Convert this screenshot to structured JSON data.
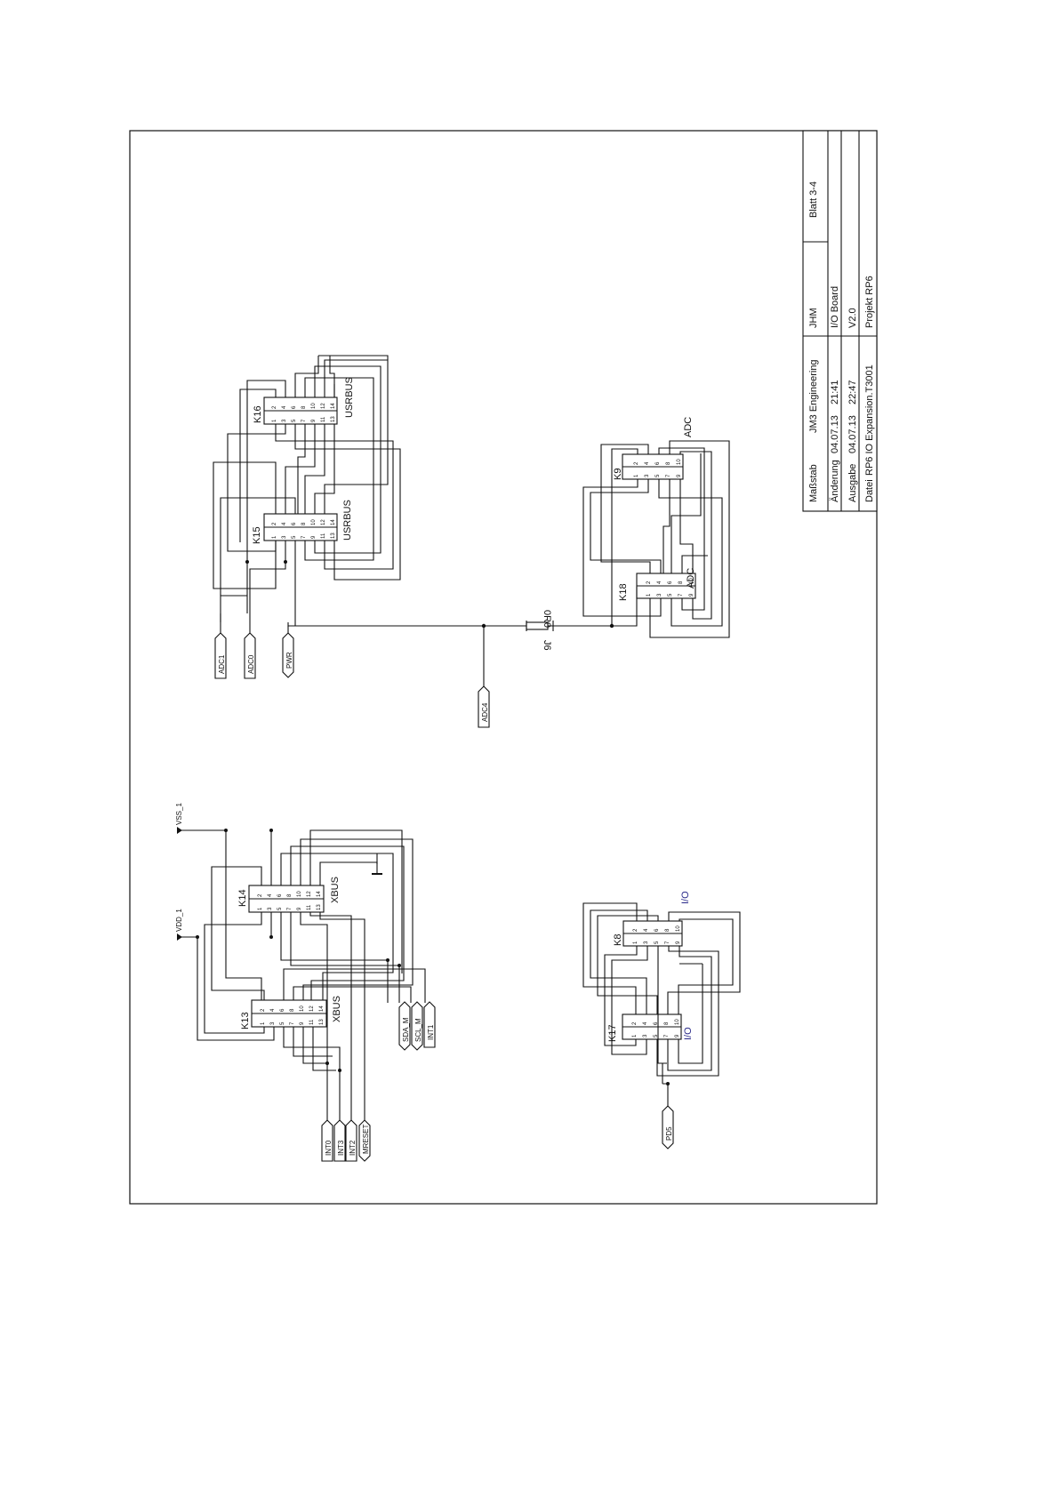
{
  "title_block": {
    "scale_label": "Maßstab",
    "company": "JM3 Engineering",
    "author": "JHM",
    "sheet": "Blatt 3-4",
    "change_label": "Änderung",
    "change_date": "04.07.13",
    "change_time": "21:41",
    "board_name": "I/O Board",
    "issue_label": "Ausgabe",
    "issue_date": "04.07.13",
    "issue_time": "22:47",
    "version": "V2.0",
    "file_label": "Datei",
    "file_name": "RP6 IO Expansion.T3001",
    "project": "Projekt RP6"
  },
  "connectors": {
    "k16": {
      "ref": "K16",
      "name": "USRBUS"
    },
    "k15": {
      "ref": "K15",
      "name": "USRBUS"
    },
    "k9": {
      "ref": "K9",
      "name": "ADC"
    },
    "k18": {
      "ref": "K18",
      "name": "ADC"
    },
    "k14": {
      "ref": "K14",
      "name": "XBUS"
    },
    "k13": {
      "ref": "K13",
      "name": "XBUS"
    },
    "k8": {
      "ref": "K8",
      "name": "I/O"
    },
    "k17": {
      "ref": "K17",
      "name": "I/O"
    }
  },
  "resistor": {
    "ref": "J6",
    "value": "0R0"
  },
  "ports": {
    "adc1": "ADC1",
    "adc0": "ADC0",
    "pwr": "PWR",
    "adc4": "ADC4",
    "sda_m": "SDA_M",
    "scl_m": "SCL_M",
    "int1": "INT1",
    "int0": "INT0",
    "int3": "INT3",
    "int2": "INT2",
    "mreset": "MRESET",
    "pd5": "PD5"
  },
  "power": {
    "vss": "VSS_1",
    "vdd": "VDD_1"
  },
  "pins_odd": [
    "1",
    "3",
    "5",
    "7",
    "9",
    "11",
    "13"
  ],
  "pins_even": [
    "2",
    "4",
    "6",
    "8",
    "10",
    "12",
    "14"
  ],
  "pins_odd_10": [
    "1",
    "3",
    "5",
    "7",
    "9"
  ],
  "pins_even_10": [
    "2",
    "4",
    "6",
    "8",
    "10"
  ]
}
